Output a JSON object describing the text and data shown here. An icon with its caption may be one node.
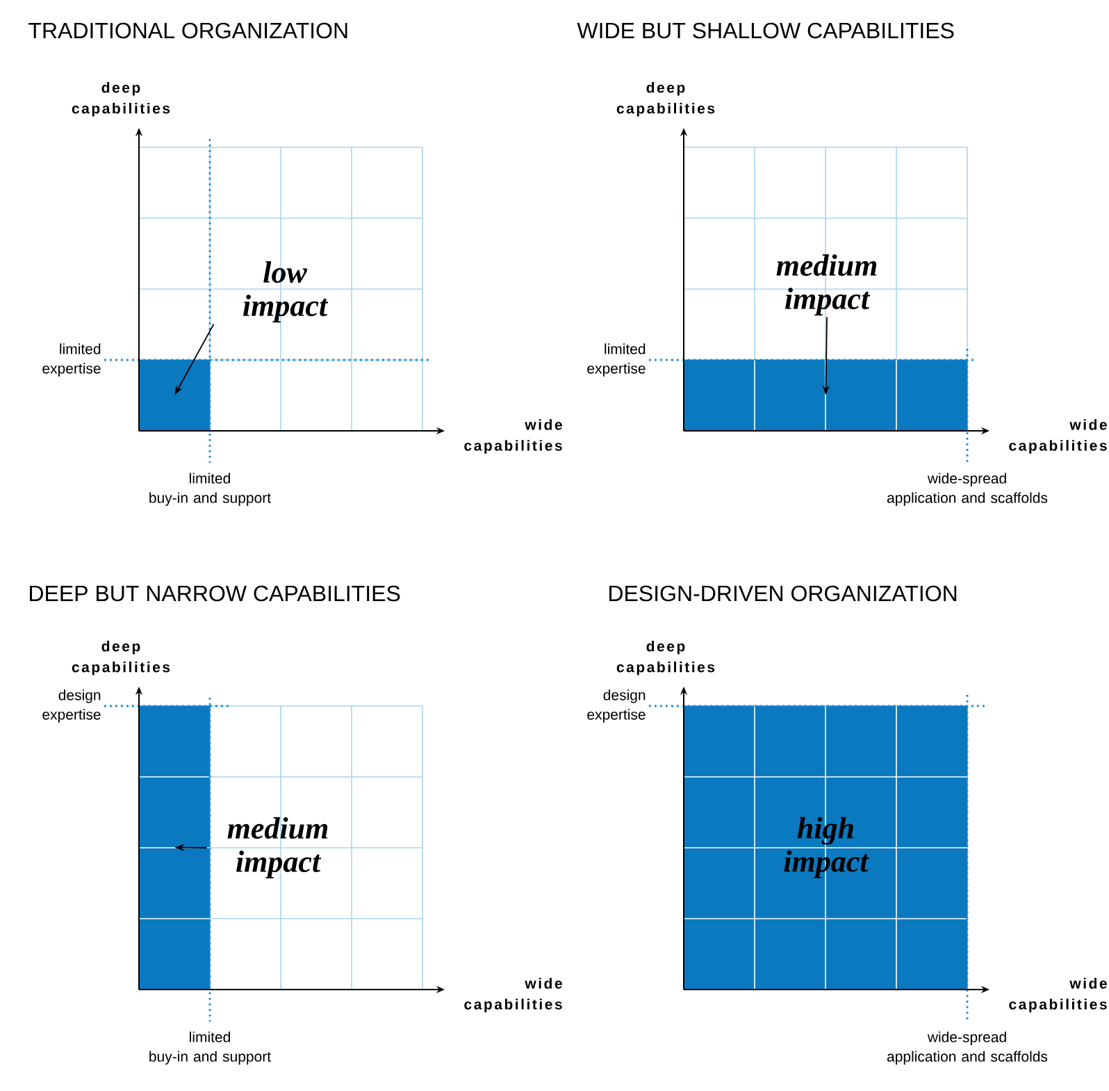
{
  "diagram": {
    "nodes": [
      {
        "text": [],
        "shape": "box"
      },
      {
        "text": [
          "low impact"
        ]
      },
      {
        "text": [],
        "shape": "box"
      },
      {
        "text": [
          "medium impact"
        ]
      },
      {
        "text": [],
        "shape": "box"
      },
      {
        "text": [
          "medium impact"
        ]
      },
      {
        "text": [
          "high impact"
        ]
      }
    ],
    "edges": [
      {
        "from": 1,
        "to": 0,
        "arrow": "to"
      },
      {
        "from": 3,
        "to": 2,
        "arrow": "to"
      },
      {
        "from": 5,
        "to": 4,
        "arrow": "to"
      }
    ],
    "labels": [
      "TRADITIONAL ORGANIZATION",
      "deep capabilities",
      "limited expertise",
      "wide capabilities",
      "limited buy-in and support",
      "WIDE BUT SHALLOW CAPABILITIES",
      "deep capabilities",
      "limited expertise",
      "wide capabilities",
      "wide-spread application and scaffolds",
      "DEEP BUT NARROW CAPABILITIES",
      "deep capabilities",
      "design expertise",
      "wide capabilities",
      "limited buy-in and support",
      "DESIGN-DRIVEN ORGANIZATION",
      "deep capabilities",
      "design expertise",
      "wide capabilities",
      "wide-spread application and scaffolds"
    ]
  }
}
